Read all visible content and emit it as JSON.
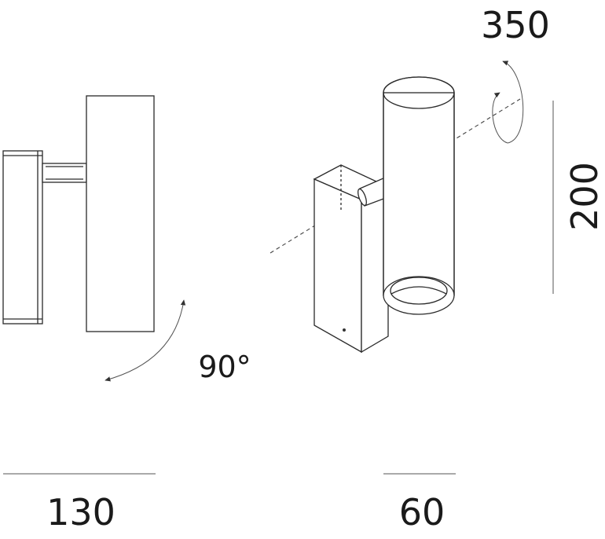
{
  "labels": {
    "rotation_vertical": "350",
    "height": "200",
    "tilt_angle": "90°",
    "width_side": "130",
    "width_front": "60"
  }
}
